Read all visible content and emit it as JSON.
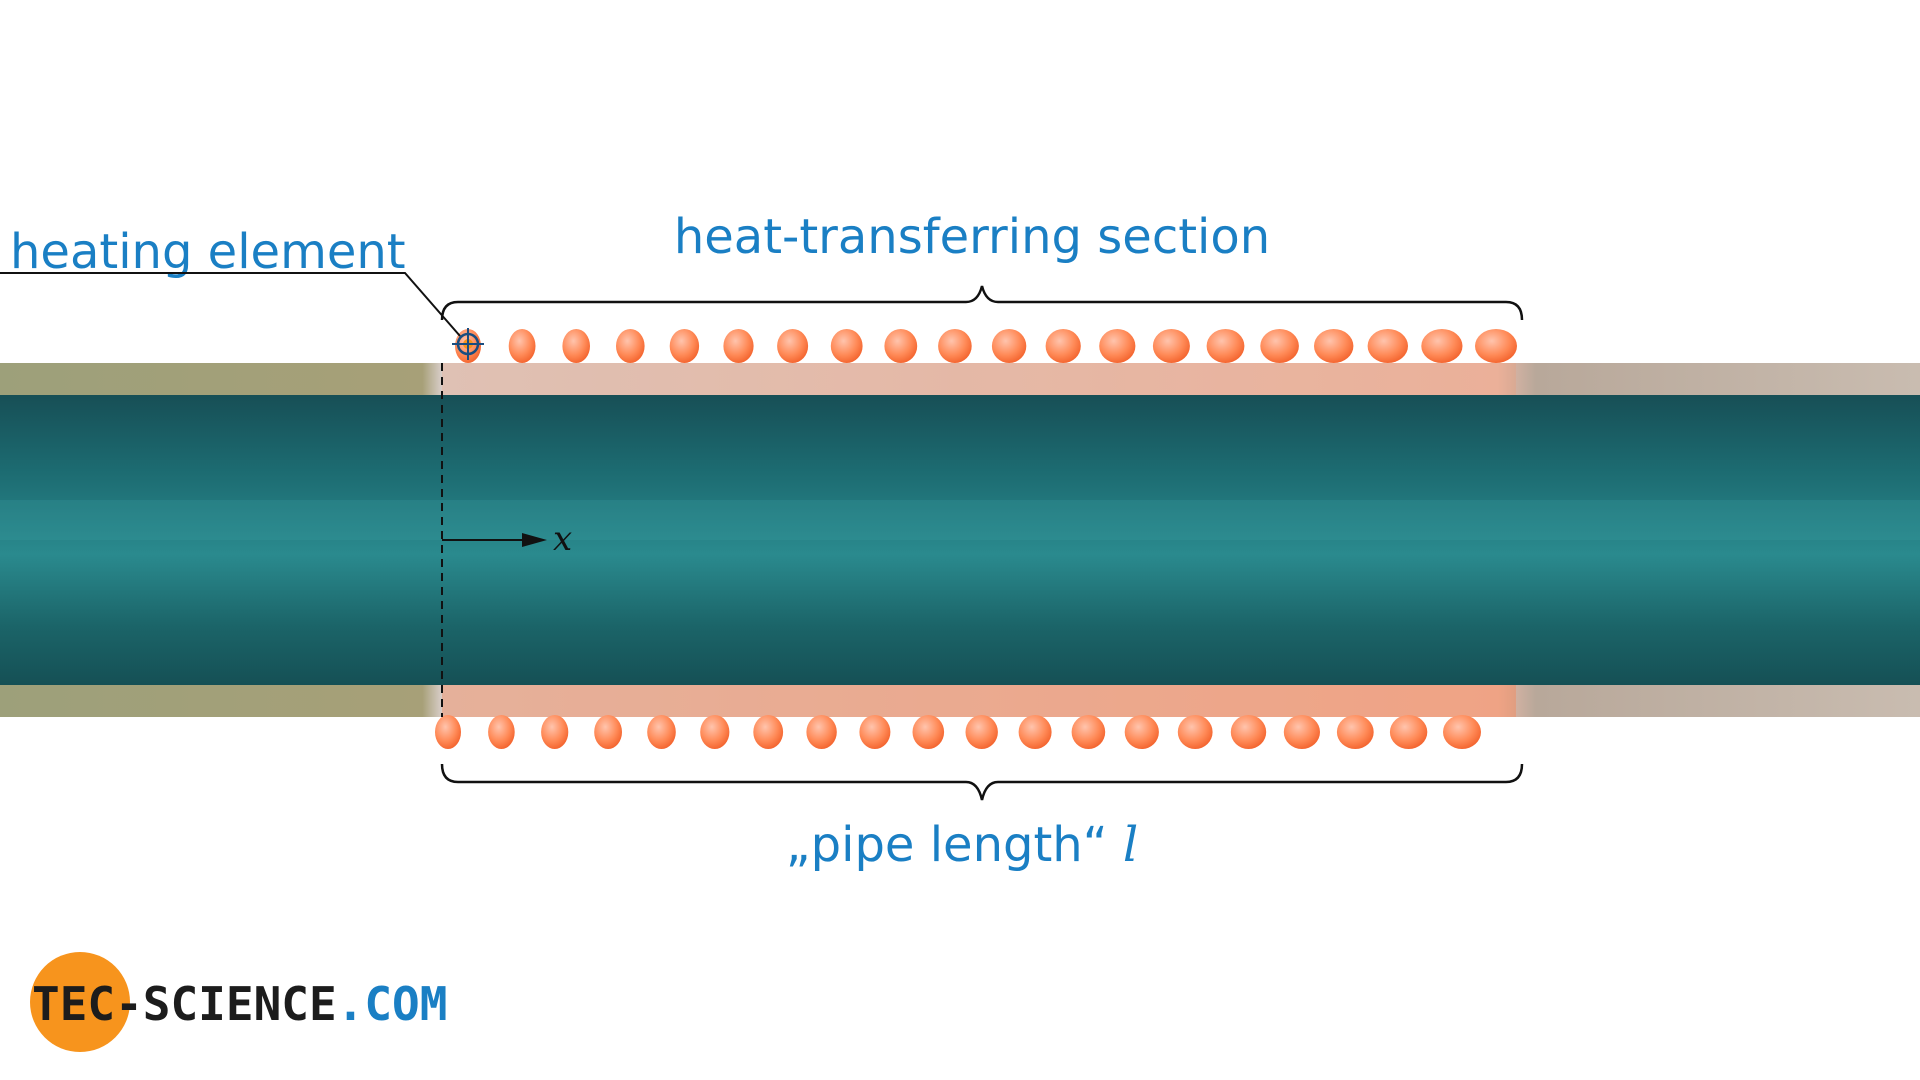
{
  "labels": {
    "heating_element": "heating element",
    "section": "heat-transferring section",
    "pipe_length_text": "„pipe length“ ",
    "pipe_length_symbol": "l",
    "axis": "x"
  },
  "logo": {
    "part1": "TEC",
    "part2": "-SCIENCE",
    "part3": ".COM"
  },
  "colors": {
    "label": "#1a7fc4",
    "coil": "#ff7a45",
    "fluid": "#1e6e72",
    "logo_circle": "#f7941d"
  },
  "icons": {
    "heating_marker": "crosshair-target-icon"
  }
}
